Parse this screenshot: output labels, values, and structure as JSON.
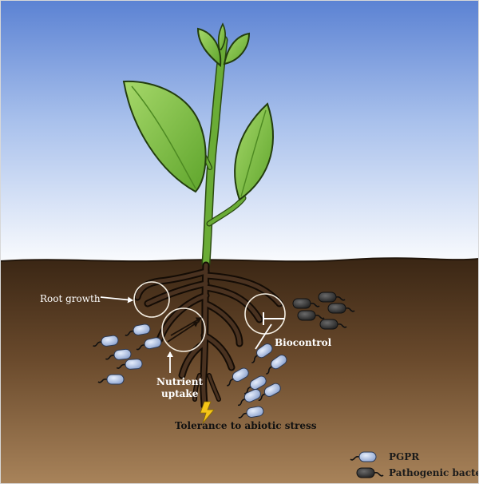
{
  "labels": {
    "root_growth": "Root growth",
    "biocontrol": "Biocontrol",
    "nutrient": "Nutrient",
    "uptake": "uptake",
    "tolerance": "Tolerance to abiotic stress"
  },
  "legend": {
    "pgpr": "PGPR",
    "pathogenic": "Pathogenic bacteria"
  },
  "colors": {
    "sky_top": "#5b82d3",
    "sky_bottom": "#ffffff",
    "soil_top": "#3a2614",
    "soil_bottom": "#a8835a",
    "leaf": "#7fc242",
    "stem": "#5a9a2c",
    "root": "#3a2616",
    "pgpr": "#b8c8e8",
    "pathogen": "#3a3a3a",
    "lightning": "#f5c518"
  },
  "icons": [
    "pgpr-bacterium-icon",
    "pathogenic-bacterium-icon",
    "lightning-bolt-icon"
  ]
}
